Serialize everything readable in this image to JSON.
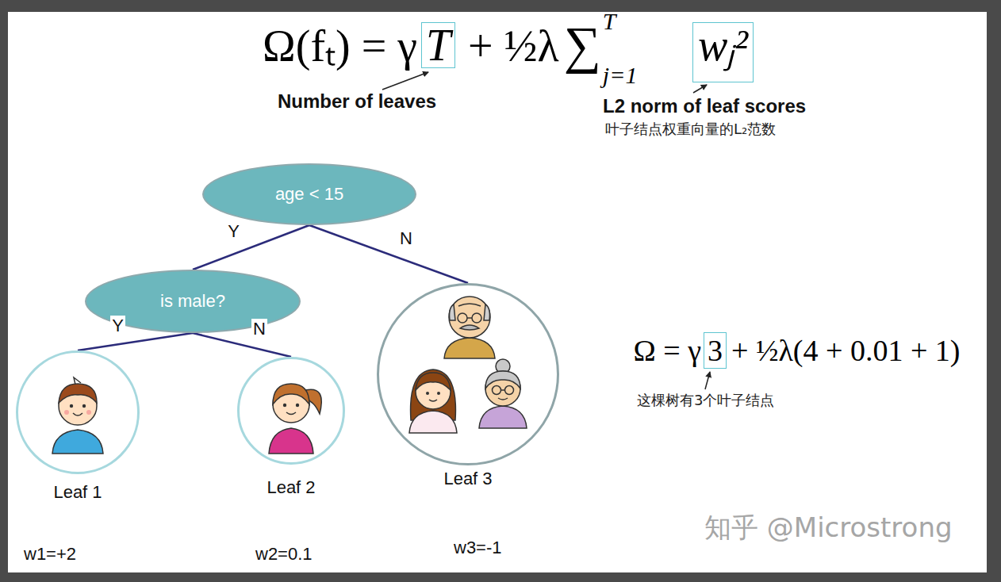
{
  "diagram": {
    "nodes": [
      {
        "text": [
          "age < 15"
        ]
      },
      {
        "text": [
          "is male?"
        ]
      },
      {
        "text": [
          "Leaf 1"
        ]
      },
      {
        "text": [
          "Leaf 2"
        ]
      },
      {
        "text": [
          "Leaf 3"
        ]
      }
    ],
    "edges": [
      {
        "from": 0,
        "to": 1,
        "arrow": "none",
        "label": "Y"
      },
      {
        "from": 0,
        "to": 4,
        "arrow": "none",
        "label": "N"
      },
      {
        "from": 1,
        "to": 2,
        "arrow": "none",
        "label": "Y"
      },
      {
        "from": 1,
        "to": 3,
        "arrow": "none",
        "label": "N"
      }
    ],
    "labels": [
      "Ω(fₜ) = γ",
      "T",
      "+ ½λ",
      "∑",
      "T",
      "j=1",
      "wⱼ²",
      "Number of leaves",
      "L2 norm of leaf scores",
      "叶子结点权重向量的L₂范数",
      "Ω = γ",
      "3",
      "+ ½λ(4 + 0.01 + 1)",
      "这棵树有3个叶子结点",
      "w1=+2",
      "w2=0.1",
      "w3=-1",
      "知乎 @Microstrong"
    ]
  }
}
